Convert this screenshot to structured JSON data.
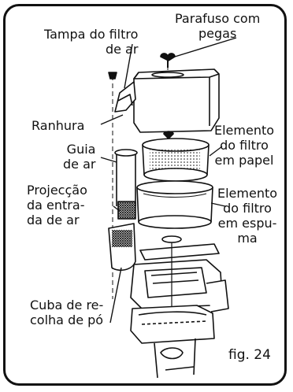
{
  "labels": {
    "tampa": [
      "Tampa do filtro",
      "de ar"
    ],
    "parafuso": [
      "Parafuso com",
      "pegas"
    ],
    "ranhura": [
      "Ranhura"
    ],
    "guia": [
      "Guia",
      "de ar"
    ],
    "projeccao": [
      "Projecção",
      "da entra-",
      "da de ar"
    ],
    "papel": [
      "Elemento",
      "do filtro",
      "em papel"
    ],
    "espuma": [
      "Elemento",
      "do filtro",
      "em espu-",
      "ma"
    ],
    "cuba": [
      "Cuba de re-",
      "colha de pó"
    ]
  },
  "figure_label": "fig. 24"
}
